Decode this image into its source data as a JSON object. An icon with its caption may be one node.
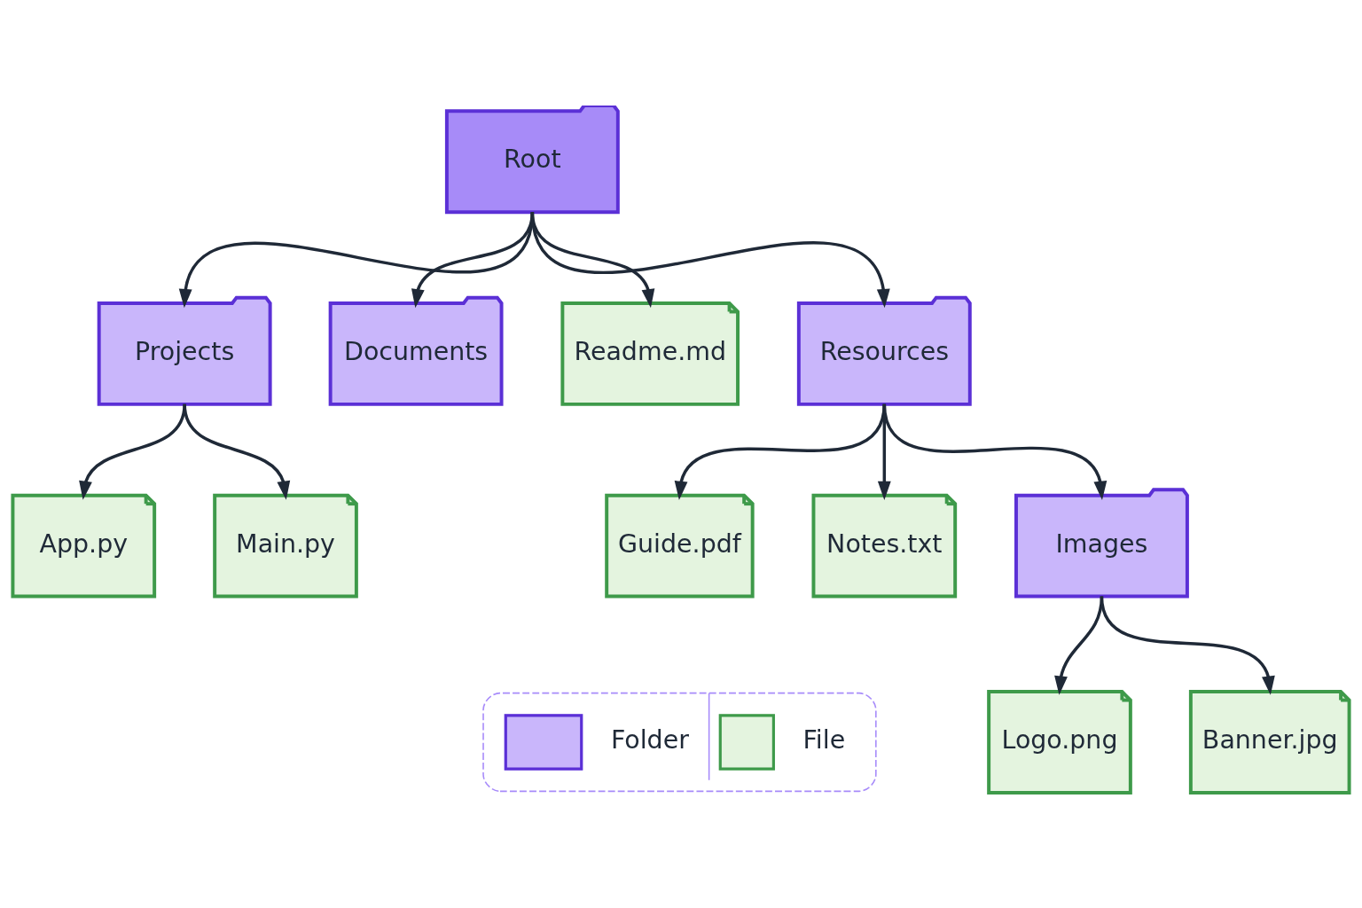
{
  "diagram": {
    "nodes": [
      {
        "text": [
          "Root"
        ]
      },
      {
        "text": [
          "Projects"
        ]
      },
      {
        "text": [
          "Documents"
        ]
      },
      {
        "text": [
          "Readme.md"
        ]
      },
      {
        "text": [
          "Resources"
        ]
      },
      {
        "text": [
          "App.py"
        ]
      },
      {
        "text": [
          "Main.py"
        ]
      },
      {
        "text": [
          "Guide.pdf"
        ]
      },
      {
        "text": [
          "Notes.txt"
        ]
      },
      {
        "text": [
          "Images"
        ]
      },
      {
        "text": [
          "Logo.png"
        ]
      },
      {
        "text": [
          "Banner.jpg"
        ]
      }
    ],
    "edges": [
      {
        "from": 0,
        "to": 1,
        "arrow": "to"
      },
      {
        "from": 0,
        "to": 2,
        "arrow": "to"
      },
      {
        "from": 0,
        "to": 3,
        "arrow": "to"
      },
      {
        "from": 0,
        "to": 4,
        "arrow": "to"
      },
      {
        "from": 1,
        "to": 5,
        "arrow": "to"
      },
      {
        "from": 1,
        "to": 6,
        "arrow": "to"
      },
      {
        "from": 4,
        "to": 7,
        "arrow": "to"
      },
      {
        "from": 4,
        "to": 8,
        "arrow": "to"
      },
      {
        "from": 4,
        "to": 9,
        "arrow": "to"
      },
      {
        "from": 9,
        "to": 10,
        "arrow": "to"
      },
      {
        "from": 9,
        "to": 11,
        "arrow": "to"
      }
    ],
    "legend": [
      {
        "text": "Folder"
      },
      {
        "text": "File"
      }
    ]
  }
}
